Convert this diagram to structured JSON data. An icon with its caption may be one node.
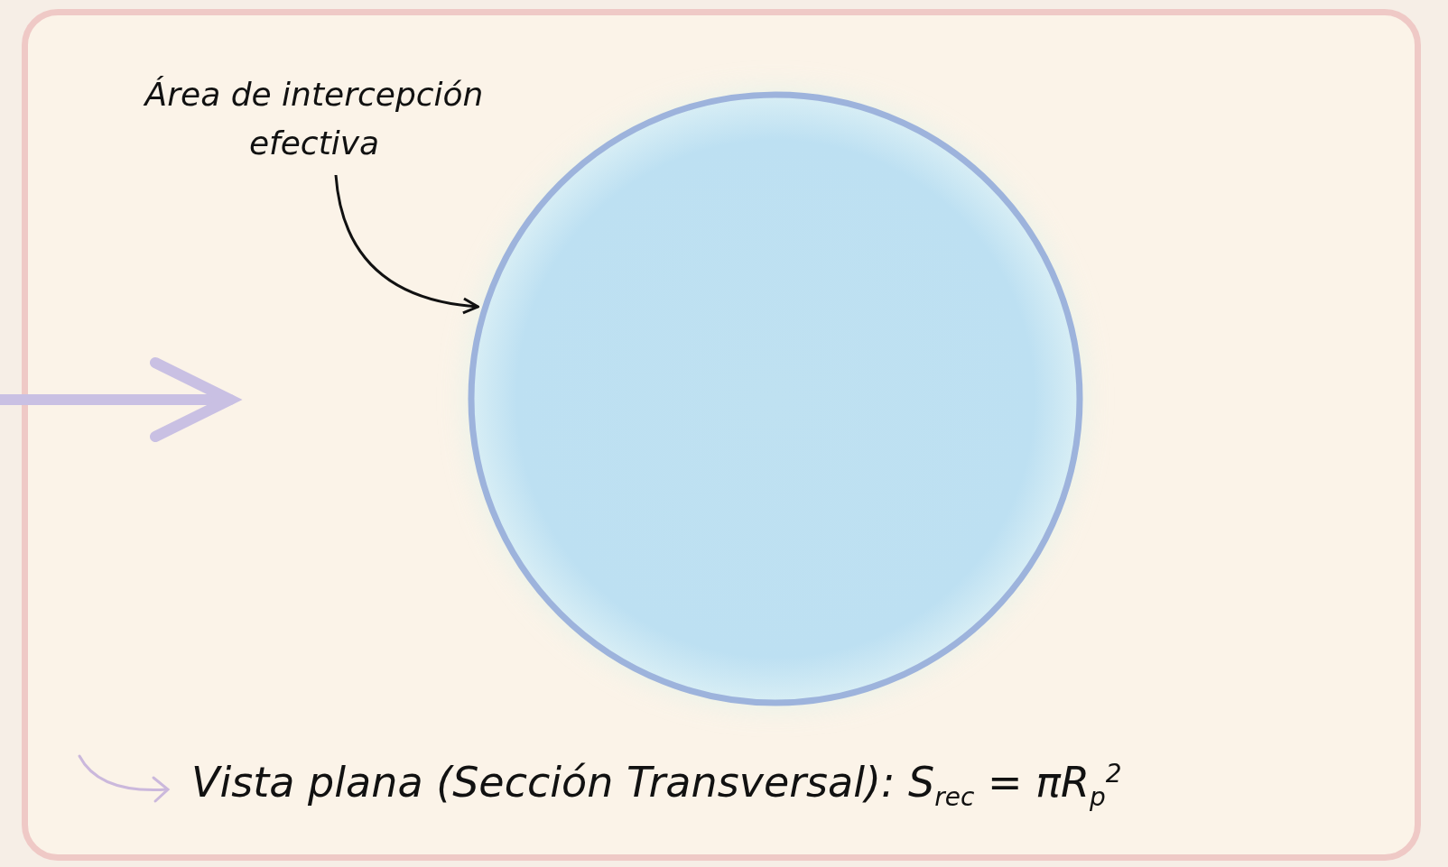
{
  "diagram": {
    "caption": "Vista plana (Sección Transversal): S$_{rec}$ = πR$_{p}$$^{2}$",
    "nodes": [
      {
        "text": [
          "Área de intercepción efectiva"
        ]
      },
      {
        "text": [],
        "shape": "circle"
      }
    ],
    "edges": [
      {
        "from": 0,
        "to": 1,
        "arrow": "to"
      }
    ]
  }
}
